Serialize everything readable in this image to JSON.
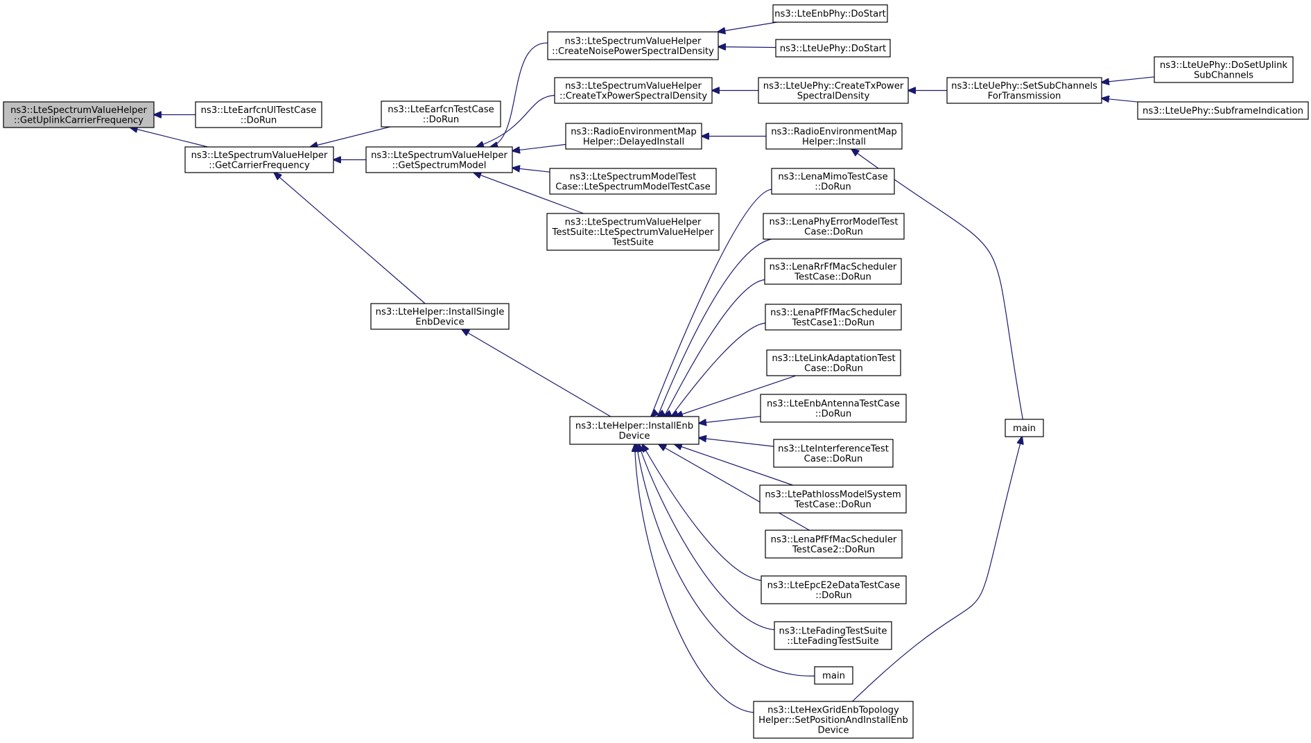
{
  "graph": {
    "nodes": [
      {
        "id": "root",
        "lines": [
          "ns3::LteSpectrumValueHelper",
          "::GetUplinkCarrierFrequency"
        ],
        "root": true
      },
      {
        "id": "earfcnUl",
        "lines": [
          "ns3::LteEarfcnUlTestCase",
          "::DoRun"
        ]
      },
      {
        "id": "getCarrier",
        "lines": [
          "ns3::LteSpectrumValueHelper",
          "::GetCarrierFrequency"
        ]
      },
      {
        "id": "earfcnTC",
        "lines": [
          "ns3::LteEarfcnTestCase",
          "::DoRun"
        ]
      },
      {
        "id": "getSpectrum",
        "lines": [
          "ns3::LteSpectrumValueHelper",
          "::GetSpectrumModel"
        ]
      },
      {
        "id": "installSingle",
        "lines": [
          "ns3::LteHelper::InstallSingle",
          "EnbDevice"
        ]
      },
      {
        "id": "createNoise",
        "lines": [
          "ns3::LteSpectrumValueHelper",
          "::CreateNoisePowerSpectralDensity"
        ]
      },
      {
        "id": "createTx",
        "lines": [
          "ns3::LteSpectrumValueHelper",
          "::CreateTxPowerSpectralDensity"
        ]
      },
      {
        "id": "remDelayed",
        "lines": [
          "ns3::RadioEnvironmentMap",
          "Helper::DelayedInstall"
        ]
      },
      {
        "id": "specModelTC",
        "lines": [
          "ns3::LteSpectrumModelTest",
          "Case::LteSpectrumModelTestCase"
        ]
      },
      {
        "id": "svhTestSuite",
        "lines": [
          "ns3::LteSpectrumValueHelper",
          "TestSuite::LteSpectrumValueHelper",
          "TestSuite"
        ]
      },
      {
        "id": "installEnb",
        "lines": [
          "ns3::LteHelper::InstallEnb",
          "Device"
        ]
      },
      {
        "id": "enbPhyStart",
        "lines": [
          "ns3::LteEnbPhy::DoStart"
        ]
      },
      {
        "id": "uePhyStart",
        "lines": [
          "ns3::LteUePhy::DoStart"
        ]
      },
      {
        "id": "ueCreateTx",
        "lines": [
          "ns3::LteUePhy::CreateTxPower",
          "SpectralDensity"
        ]
      },
      {
        "id": "remInstall",
        "lines": [
          "ns3::RadioEnvironmentMap",
          "Helper::Install"
        ]
      },
      {
        "id": "mimo",
        "lines": [
          "ns3::LenaMimoTestCase",
          "::DoRun"
        ]
      },
      {
        "id": "phyErr",
        "lines": [
          "ns3::LenaPhyErrorModelTest",
          "Case::DoRun"
        ]
      },
      {
        "id": "rrFf",
        "lines": [
          "ns3::LenaRrFfMacScheduler",
          "TestCase::DoRun"
        ]
      },
      {
        "id": "pfFf1",
        "lines": [
          "ns3::LenaPfFfMacScheduler",
          "TestCase1::DoRun"
        ]
      },
      {
        "id": "linkAdapt",
        "lines": [
          "ns3::LteLinkAdaptationTest",
          "Case::DoRun"
        ]
      },
      {
        "id": "enbAnt",
        "lines": [
          "ns3::LteEnbAntennaTestCase",
          "::DoRun"
        ]
      },
      {
        "id": "interf",
        "lines": [
          "ns3::LteInterferenceTest",
          "Case::DoRun"
        ]
      },
      {
        "id": "pathloss",
        "lines": [
          "ns3::LtePathlossModelSystem",
          "TestCase::DoRun"
        ]
      },
      {
        "id": "pfFf2",
        "lines": [
          "ns3::LenaPfFfMacScheduler",
          "TestCase2::DoRun"
        ]
      },
      {
        "id": "epcE2e",
        "lines": [
          "ns3::LteEpcE2eDataTestCase",
          "::DoRun"
        ]
      },
      {
        "id": "fading",
        "lines": [
          "ns3::LteFadingTestSuite",
          "::LteFadingTestSuite"
        ]
      },
      {
        "id": "main1",
        "lines": [
          "main"
        ]
      },
      {
        "id": "hexGrid",
        "lines": [
          "ns3::LteHexGridEnbTopology",
          "Helper::SetPositionAndInstallEnb",
          "Device"
        ]
      },
      {
        "id": "setSub",
        "lines": [
          "ns3::LteUePhy::SetSubChannels",
          "ForTransmission"
        ]
      },
      {
        "id": "main2",
        "lines": [
          "main"
        ]
      },
      {
        "id": "doSetUplink",
        "lines": [
          "ns3::LteUePhy::DoSetUplink",
          "SubChannels"
        ]
      },
      {
        "id": "subframe",
        "lines": [
          "ns3::LteUePhy::SubframeIndication"
        ]
      }
    ],
    "edges": [
      {
        "from": "earfcnUl",
        "to": "root"
      },
      {
        "from": "getCarrier",
        "to": "root"
      },
      {
        "from": "earfcnTC",
        "to": "getCarrier"
      },
      {
        "from": "getSpectrum",
        "to": "getCarrier"
      },
      {
        "from": "installSingle",
        "to": "getCarrier"
      },
      {
        "from": "createNoise",
        "to": "getSpectrum"
      },
      {
        "from": "createTx",
        "to": "getSpectrum"
      },
      {
        "from": "remDelayed",
        "to": "getSpectrum"
      },
      {
        "from": "specModelTC",
        "to": "getSpectrum"
      },
      {
        "from": "svhTestSuite",
        "to": "getSpectrum"
      },
      {
        "from": "installEnb",
        "to": "installSingle"
      },
      {
        "from": "enbPhyStart",
        "to": "createNoise"
      },
      {
        "from": "uePhyStart",
        "to": "createNoise"
      },
      {
        "from": "ueCreateTx",
        "to": "createTx"
      },
      {
        "from": "remInstall",
        "to": "remDelayed"
      },
      {
        "from": "setSub",
        "to": "ueCreateTx"
      },
      {
        "from": "doSetUplink",
        "to": "setSub"
      },
      {
        "from": "subframe",
        "to": "setSub"
      },
      {
        "from": "main2",
        "to": "remInstall"
      },
      {
        "from": "hexGrid",
        "to": "main2"
      },
      {
        "from": "mimo",
        "to": "installEnb"
      },
      {
        "from": "phyErr",
        "to": "installEnb"
      },
      {
        "from": "rrFf",
        "to": "installEnb"
      },
      {
        "from": "pfFf1",
        "to": "installEnb"
      },
      {
        "from": "linkAdapt",
        "to": "installEnb"
      },
      {
        "from": "enbAnt",
        "to": "installEnb"
      },
      {
        "from": "interf",
        "to": "installEnb"
      },
      {
        "from": "pathloss",
        "to": "installEnb"
      },
      {
        "from": "pfFf2",
        "to": "installEnb"
      },
      {
        "from": "epcE2e",
        "to": "installEnb"
      },
      {
        "from": "fading",
        "to": "installEnb"
      },
      {
        "from": "main1",
        "to": "installEnb"
      },
      {
        "from": "hexGrid",
        "to": "installEnb"
      }
    ]
  }
}
